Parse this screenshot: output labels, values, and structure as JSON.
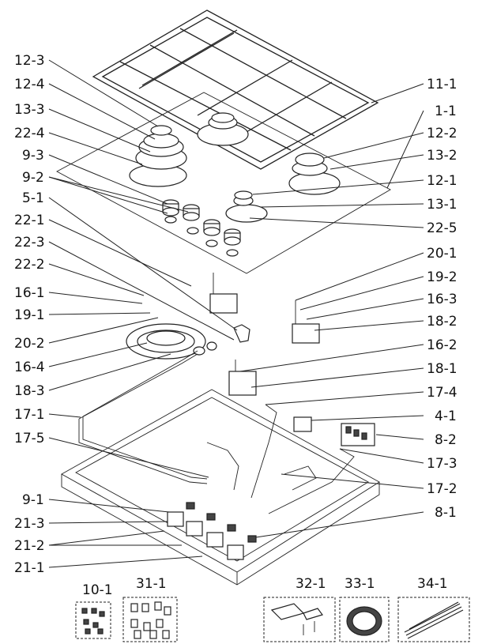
{
  "labels": {
    "l12_3": "12-3",
    "l12_4": "12-4",
    "l13_3": "13-3",
    "l22_4": "22-4",
    "l9_3": "9-3",
    "l9_2": "9-2",
    "l5_1": "5-1",
    "l22_1": "22-1",
    "l22_3": "22-3",
    "l22_2": "22-2",
    "l16_1": "16-1",
    "l19_1": "19-1",
    "l20_2": "20-2",
    "l16_4": "16-4",
    "l18_3": "18-3",
    "l17_1": "17-1",
    "l17_5": "17-5",
    "l9_1": "9-1",
    "l21_3": "21-3",
    "l21_2": "21-2",
    "l21_1": "21-1",
    "r11_1": "11-1",
    "r1_1": "1-1",
    "r12_2": "12-2",
    "r13_2": "13-2",
    "r12_1": "12-1",
    "r13_1": "13-1",
    "r22_5": "22-5",
    "r20_1": "20-1",
    "r19_2": "19-2",
    "r16_3": "16-3",
    "r18_2": "18-2",
    "r16_2": "16-2",
    "r18_1": "18-1",
    "r17_4": "17-4",
    "r4_1": "4-1",
    "r8_2": "8-2",
    "r17_3": "17-3",
    "r17_2": "17-2",
    "r8_1": "8-1",
    "b10_1": "10-1",
    "b31_1": "31-1",
    "b32_1": "32-1",
    "b33_1": "33-1",
    "b34_1": "34-1"
  }
}
